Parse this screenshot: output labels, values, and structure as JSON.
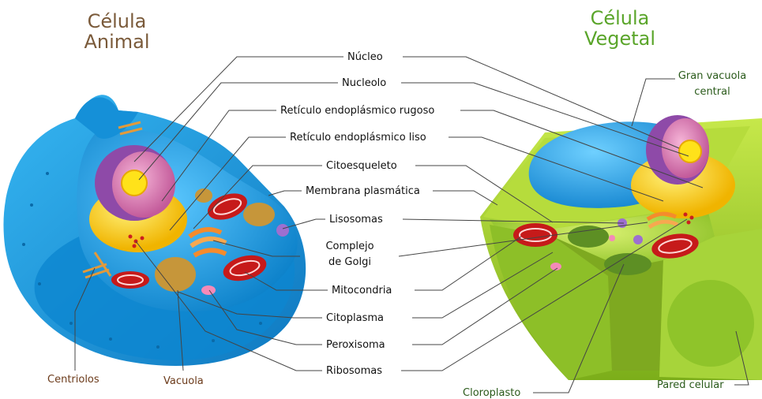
{
  "titles": {
    "animal": [
      "Célula",
      "Animal"
    ],
    "vegetal": [
      "Célula",
      "Vegetal"
    ]
  },
  "labels": {
    "nucleo": "Núcleo",
    "nucleolo": "Nucleolo",
    "reticulo_rugoso": "Retículo endoplásmico rugoso",
    "reticulo_liso": "Retículo endoplásmico liso",
    "citoesqueleto": "Citoesqueleto",
    "membrana": "Membrana plasmática",
    "lisosomas": "Lisosomas",
    "golgi": [
      "Complejo",
      "de Golgi"
    ],
    "mitocondria": "Mitocondria",
    "citoplasma": "Citoplasma",
    "peroxisoma": "Peroxisoma",
    "ribosomas": "Ribosomas",
    "centriolos": "Centriolos",
    "vacuola": "Vacuola",
    "gran_vacuola": [
      "Gran vacuola",
      "central"
    ],
    "cloroplasto": "Cloroplasto",
    "pared": "Pared celular"
  },
  "colors": {
    "animal_title": "#7a5a3a",
    "vegetal_title": "#5aa52a",
    "leader_line": "#444444",
    "animal_membrane": "#1aa0e6",
    "vegetal_wall": "#9bd12a"
  }
}
